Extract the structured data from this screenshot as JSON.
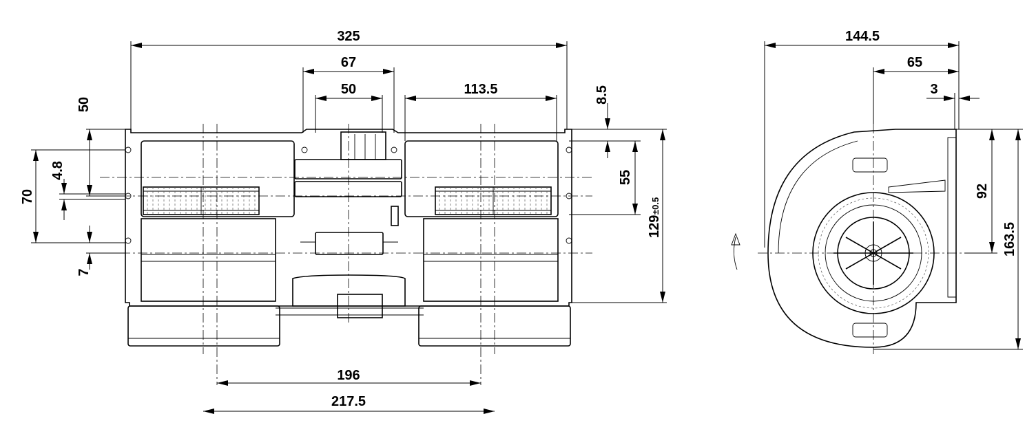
{
  "dimensions": {
    "front_width": "325",
    "connector_outer": "67",
    "connector_inner": "50",
    "right_housing": "113.5",
    "top_offset": "8.5",
    "left_height_50": "50",
    "left_height_70": "70",
    "slot_4_8": "4.8",
    "bottom_offset_7": "7",
    "hole_pitch_55": "55",
    "total_height": "129",
    "total_height_tol": "±0.5",
    "wheel_pitch": "196",
    "outer_pitch": "217.5",
    "side_depth": "144.5",
    "side_axis": "65",
    "flange": "3",
    "side_92": "92",
    "side_height": "163.5"
  },
  "rotation_arrow": "rotation-direction-arrow"
}
